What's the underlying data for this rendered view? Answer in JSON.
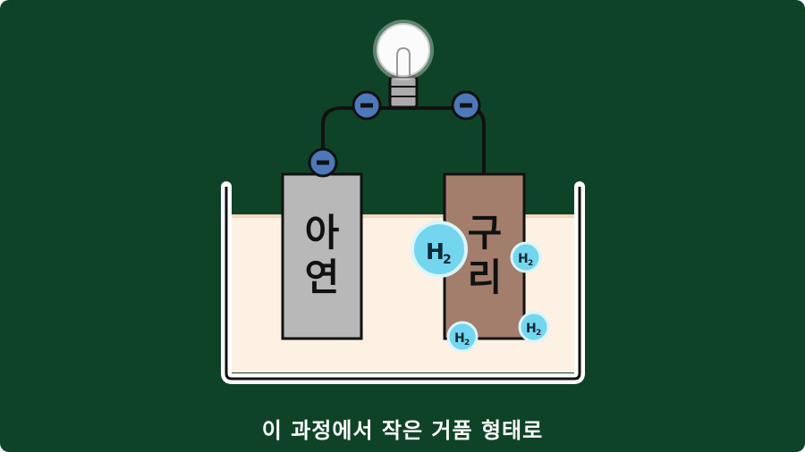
{
  "caption": "이 과정에서 작은 거품 형태로",
  "electrodes": {
    "zinc": {
      "char1": "아",
      "char2": "연"
    },
    "copper": {
      "char1": "구",
      "char2": "리"
    }
  },
  "electron_symbol": "−",
  "bubble": {
    "text": "H",
    "subscript": "2"
  },
  "colors": {
    "background": "#0f4328",
    "solution": "#fdf1e3",
    "zinc": "#b8b8b8",
    "copper": "#a37e6c",
    "electron": "#4d79ba",
    "bubble": "#74d6ee"
  }
}
